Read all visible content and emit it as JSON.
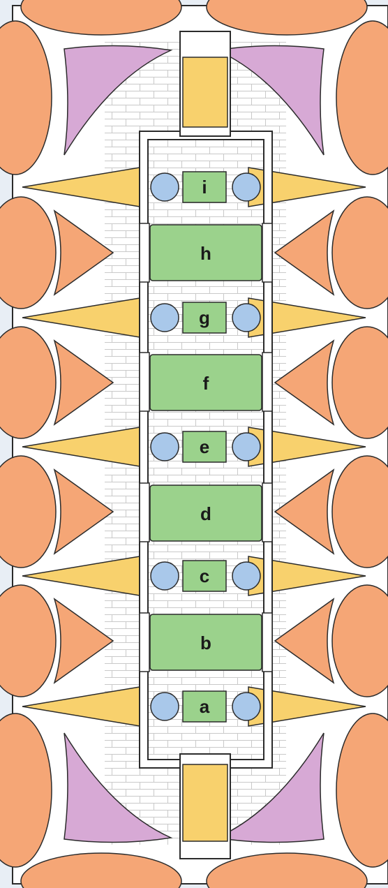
{
  "palette": {
    "orange": "#f5a676",
    "purple": "#d7a9d5",
    "yellow": "#f8d16d",
    "green": "#9bd28c",
    "blue": "#a9c8ea",
    "outline": "#2b2b2b",
    "white": "#ffffff",
    "frame": "#e8eef5"
  },
  "rooms": {
    "big": [
      {
        "key": "h",
        "label": "h"
      },
      {
        "key": "f",
        "label": "f"
      },
      {
        "key": "d",
        "label": "d"
      },
      {
        "key": "b",
        "label": "b"
      }
    ],
    "small": [
      {
        "key": "i",
        "label": "i"
      },
      {
        "key": "g",
        "label": "g"
      },
      {
        "key": "e",
        "label": "e"
      },
      {
        "key": "c",
        "label": "c"
      },
      {
        "key": "a",
        "label": "a"
      }
    ]
  }
}
